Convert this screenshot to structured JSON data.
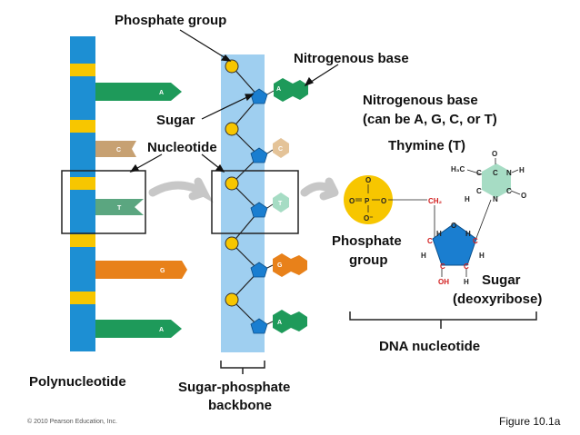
{
  "labels": {
    "phosphate_group_top": "Phosphate group",
    "nitrogenous_base_top": "Nitrogenous base",
    "sugar": "Sugar",
    "nucleotide": "Nucleotide",
    "nitrogenous_base_right_1": "Nitrogenous base",
    "nitrogenous_base_right_2": "(can be A, G, C, or T)",
    "thymine": "Thymine (T)",
    "phosphate_group_right_1": "Phosphate",
    "phosphate_group_right_2": "group",
    "sugar_right_1": "Sugar",
    "sugar_right_2": "(deoxyribose)",
    "dna_nucleotide": "DNA nucleotide",
    "polynucleotide": "Polynucleotide",
    "backbone_1": "Sugar-phosphate",
    "backbone_2": "backbone",
    "copyright": "© 2010 Pearson Education, Inc.",
    "figure": "Figure 10.1a"
  },
  "left_strand_bases": [
    "A",
    "C",
    "T",
    "G",
    "A"
  ],
  "middle_strand_bases": [
    "A",
    "C",
    "T",
    "G",
    "A"
  ],
  "chem": {
    "o_top": "O",
    "o_left": "O",
    "p": "P",
    "o_right": "O",
    "o_minus": "O⁻",
    "ch2": "CH₂",
    "h3c": "H₃C",
    "nh": "N",
    "h_n": "H",
    "o_t1": "O",
    "o_t2": "O",
    "n_bottom": "N",
    "c": "C",
    "h": "H",
    "o_ring": "O",
    "oh": "OH"
  },
  "colors": {
    "strand_blue": "#1d8fd3",
    "strand_yellow": "#f7c600",
    "backbone_light": "#9fcff0",
    "phosphate": "#f7c600",
    "sugar": "#1a7ed0",
    "base_A": "#1e9a5a",
    "base_C": "#ddb98a",
    "base_T": "#a6dcc4",
    "base_G": "#e8811a"
  }
}
